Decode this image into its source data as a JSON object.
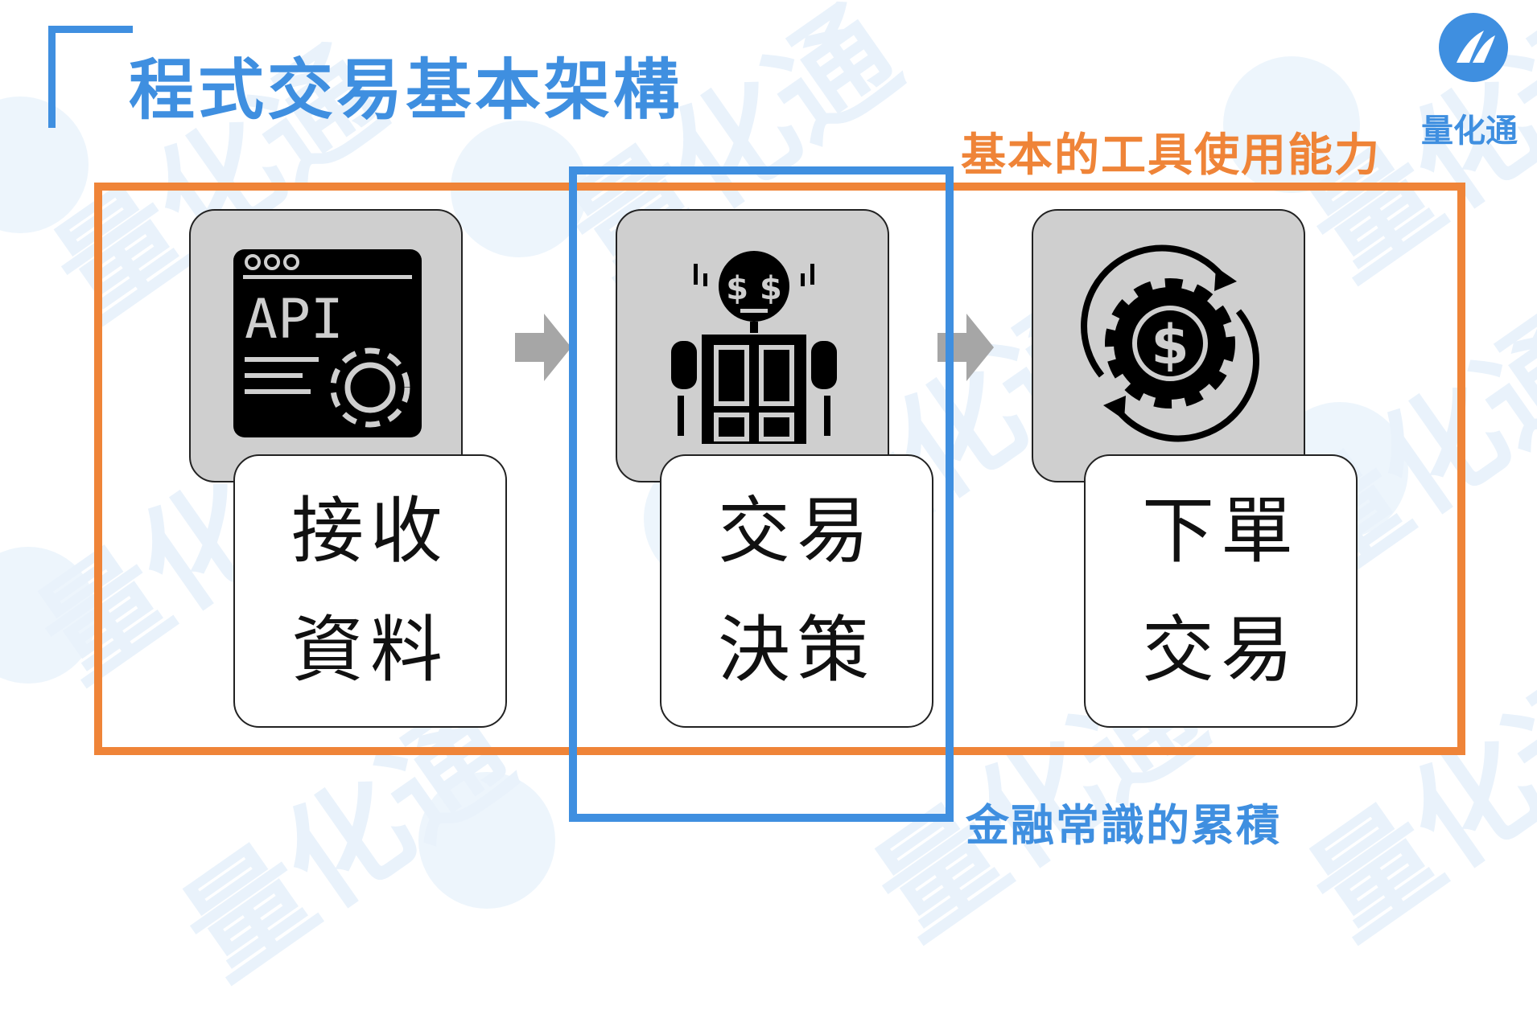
{
  "title": "程式交易基本架構",
  "logo": {
    "text": "量化通"
  },
  "watermark": {
    "text": "量化通"
  },
  "orange_group": {
    "label": "基本的工具使用能力",
    "color": "#ef8438"
  },
  "blue_group": {
    "label": "金融常識的累積",
    "color": "#3f8fe0"
  },
  "steps": [
    {
      "icon": "api-gear-icon",
      "api_text": "API",
      "line1": "接收",
      "line2": "資料"
    },
    {
      "icon": "robot-dollar-icon",
      "line1": "交易",
      "line2": "決策"
    },
    {
      "icon": "dollar-gear-cycle-icon",
      "line1": "下單",
      "line2": "交易"
    }
  ],
  "arrow_color": "#a6a6a6"
}
